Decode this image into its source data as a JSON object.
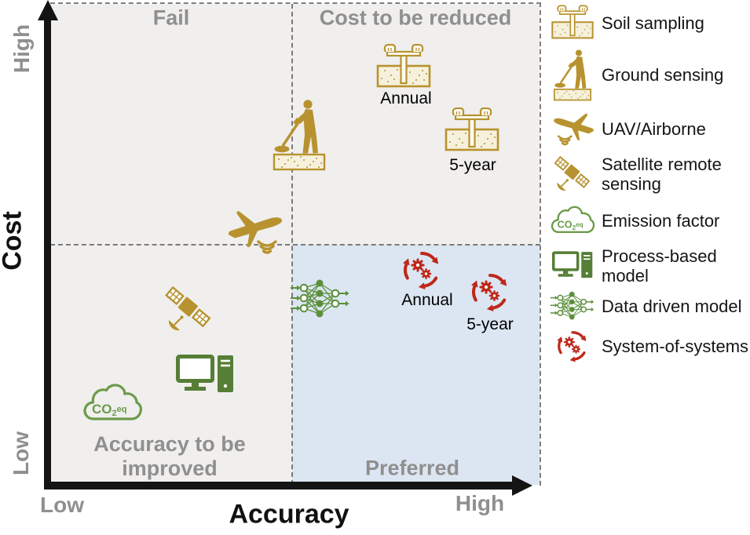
{
  "figure": {
    "type": "quadrant-diagram",
    "axes": {
      "x": {
        "label": "Accuracy",
        "low": "Low",
        "high": "High"
      },
      "y": {
        "label": "Cost",
        "low": "Low",
        "high": "High"
      }
    },
    "quadrants": {
      "top_left": {
        "title": "Fail"
      },
      "top_right": {
        "title": "Cost to be reduced"
      },
      "bottom_left": {
        "title": "Accuracy to be improved"
      },
      "bottom_right": {
        "title": "Preferred"
      }
    }
  },
  "plot": {
    "items": [
      {
        "method": "Soil sampling",
        "tag": "Annual",
        "cost": "high",
        "accuracy": "high"
      },
      {
        "method": "Soil sampling",
        "tag": "5-year",
        "cost": "high",
        "accuracy": "high"
      },
      {
        "method": "Ground sensing",
        "cost": "high",
        "accuracy": "medium"
      },
      {
        "method": "UAV/Airborne",
        "cost": "medium",
        "accuracy": "medium"
      },
      {
        "method": "Satellite remote sensing",
        "cost": "low",
        "accuracy": "low"
      },
      {
        "method": "Process-based model",
        "cost": "low",
        "accuracy": "low"
      },
      {
        "method": "Emission factor",
        "cost": "low",
        "accuracy": "low"
      },
      {
        "method": "Data driven model",
        "cost": "medium-low",
        "accuracy": "medium"
      },
      {
        "method": "System-of-systems",
        "tag": "Annual",
        "cost": "medium",
        "accuracy": "high"
      },
      {
        "method": "System-of-systems",
        "tag": "5-year",
        "cost": "medium",
        "accuracy": "high"
      }
    ]
  },
  "legend": {
    "items": [
      {
        "icon": "soil-sampling",
        "label": "Soil sampling"
      },
      {
        "icon": "ground-sensing",
        "label": "Ground sensing"
      },
      {
        "icon": "uav-airborne",
        "label": "UAV/Airborne"
      },
      {
        "icon": "satellite",
        "label": "Satellite remote sensing"
      },
      {
        "icon": "emission-factor",
        "label": "Emission factor"
      },
      {
        "icon": "process-model",
        "label": "Process-based model"
      },
      {
        "icon": "data-driven",
        "label": "Data driven model"
      },
      {
        "icon": "system-of-systems",
        "label": "System-of-systems"
      }
    ]
  },
  "co2_badge": {
    "pre": "CO",
    "sub": "2",
    "post": "eq"
  },
  "colors": {
    "gold": "#B7922F",
    "soil_fill": "#F6F1DC",
    "green_dark": "#567E36",
    "green": "#5C8F3C",
    "green_light": "#6C9B4B",
    "red": "#BE281B",
    "quadrant_gray": "#F0EFED",
    "quadrant_blue": "#DCE6F2",
    "label_gray": "#8F8F8F",
    "axis_black": "#141414"
  }
}
